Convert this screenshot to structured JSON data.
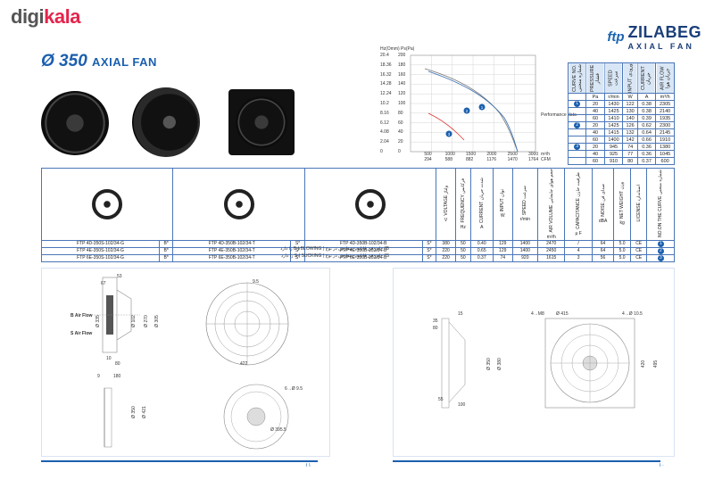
{
  "watermark": {
    "part1": "digi",
    "part2": "kala"
  },
  "brand": {
    "ftp": "ftp",
    "name": "ZILABEG",
    "sub": "AXIAL FAN"
  },
  "title": {
    "size": "Ø 350",
    "label": "AXIAL FAN"
  },
  "chart_axis": {
    "y_header": "Hz(Omm) Ps(Pa)",
    "y_ticks": [
      "20.4",
      "18.36",
      "16.32",
      "14.28",
      "12.24",
      "10.2",
      "8.16",
      "6.12",
      "4.08",
      "2.04",
      "0"
    ],
    "y_ticks_pa": [
      "200",
      "180",
      "160",
      "140",
      "120",
      "100",
      "80",
      "60",
      "40",
      "20",
      "0"
    ],
    "x_ticks_rpm": [
      "500",
      "1000",
      "1500",
      "2000",
      "2500",
      "3000"
    ],
    "x_ticks_cfm": [
      "294",
      "588",
      "882",
      "1176",
      "1470",
      "1764"
    ],
    "x_unit1": "m³/h",
    "x_unit2": "CFM",
    "perf_label": "Performance data"
  },
  "perf": {
    "headers": [
      "CURVE NO. شماره منحنی",
      "PRESSURE فشار",
      "SPEED سرعت",
      "INPUT ورودی",
      "CURRENT جریان",
      "AIR FLOW جریان هوا"
    ],
    "units": [
      "",
      "Pa",
      "r/min",
      "W",
      "A",
      "m³/h"
    ],
    "rows": [
      [
        "1",
        "20",
        "1430",
        "122",
        "0.38",
        "2305"
      ],
      [
        "",
        "40",
        "1425",
        "130",
        "0.38",
        "2140"
      ],
      [
        "",
        "60",
        "1410",
        "140",
        "0.39",
        "1935"
      ],
      [
        "2",
        "20",
        "1425",
        "126",
        "0.62",
        "2300"
      ],
      [
        "",
        "40",
        "1415",
        "132",
        "0.64",
        "2145"
      ],
      [
        "",
        "60",
        "1400",
        "142",
        "0.66",
        "1910"
      ],
      [
        "3",
        "20",
        "945",
        "74",
        "0.36",
        "1380"
      ],
      [
        "",
        "40",
        "925",
        "77",
        "0.36",
        "1045"
      ],
      [
        "",
        "60",
        "910",
        "80",
        "0.37",
        "600"
      ]
    ]
  },
  "spec": {
    "headers": [
      "",
      "",
      "",
      "VOLTAGE ولتاژ",
      "FREQUENCY فرکانس",
      "CURRENT شدت جریان",
      "INPUT توان",
      "SPEED سرعت",
      "AIR VOLUME حجم هوای جابجایی",
      "CAPACITANCE ظرفیت خازن",
      "NOISE صدای فن",
      "NET WEIGHT وزن",
      "LICENSE استاندارد",
      "NO.ON THE CURVE شماره منحنی"
    ],
    "units": [
      "",
      "",
      "",
      "V",
      "Hz",
      "A",
      "W",
      "r/min",
      "m³/h",
      "μ F",
      "dBA",
      "kg",
      "",
      ""
    ],
    "rows": [
      [
        "FTP 4D-350S-102/34-G",
        "B*",
        "FTP 4D-350B-102/34-T",
        "S*",
        "FTP 4D-350B-102/34-B",
        "S*",
        "380",
        "50",
        "0.40",
        "129",
        "1400",
        "2470",
        "/",
        "64",
        "5.0",
        "CE",
        "1"
      ],
      [
        "FTP 4E-350S-102/34-G",
        "B*",
        "FTP 4E-350B-102/34-T",
        "S*",
        "FTP 4E-350B-102/34-B",
        "S*",
        "220",
        "50",
        "0.65",
        "129",
        "1400",
        "2450",
        "4",
        "64",
        "5.0",
        "CE",
        "2"
      ],
      [
        "FTP 6E-350S-102/34-G",
        "B*",
        "FTP 6E-350B-102/34-T",
        "S*",
        "FTP 6E-350B-102/34-B",
        "S*",
        "220",
        "50",
        "0.37",
        "74",
        "920",
        "1615",
        "3",
        "56",
        "5.0",
        "CE",
        "3"
      ]
    ]
  },
  "notes": {
    "b": "B* - این فن قابلیت سفارش در نوع ( BLOWING ) B را دارد",
    "s": "S* - این فن قابلیت سفارش در نوع ( SUCKING ) S را دارد"
  },
  "left_drawing": {
    "dims": [
      "53",
      "67",
      "Ø 335",
      "Ø 102",
      "Ø 270",
      "Ø 305",
      "10",
      "80",
      "9.5",
      "422",
      "9",
      "180",
      "Ø 350",
      "Ø 421",
      "Ø 395.5",
      "6→Ø 9.5"
    ],
    "airflow_b": "B",
    "airflow_s": "S",
    "airflow_label": "Air Flow"
  },
  "right_drawing": {
    "dims": [
      "35",
      "15",
      "80",
      "Ø 350",
      "Ø 380",
      "55",
      "100",
      "4→M8",
      "Ø 415",
      "4→Ø 10.5",
      "420",
      "495"
    ]
  },
  "pages": {
    "left": "۱۱",
    "right": "۱۰"
  }
}
